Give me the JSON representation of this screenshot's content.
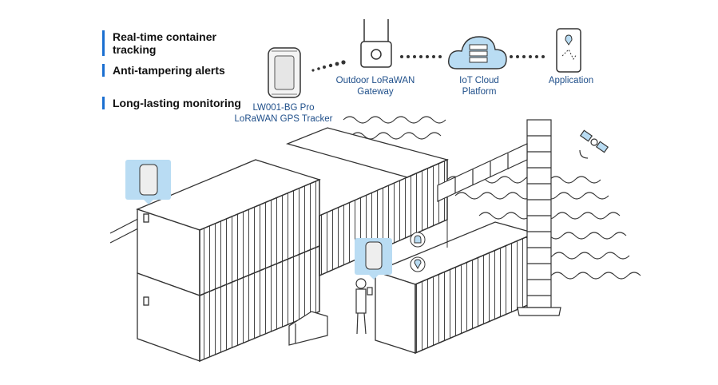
{
  "features": [
    {
      "text": "Real-time container tracking"
    },
    {
      "text": "Anti-tampering alerts"
    },
    {
      "text": "Long-lasting monitoring"
    }
  ],
  "flow": {
    "tracker": "LW001-BG Pro\nLoRaWAN GPS Tracker",
    "gateway": "Outdoor LoRaWAN\nGateway",
    "cloud": "IoT Cloud\nPlatform",
    "application": "Application"
  },
  "colors": {
    "accent": "#1a6fd1",
    "highlight": "#b9dcf3",
    "line": "#333333",
    "label": "#1f4f8a"
  }
}
